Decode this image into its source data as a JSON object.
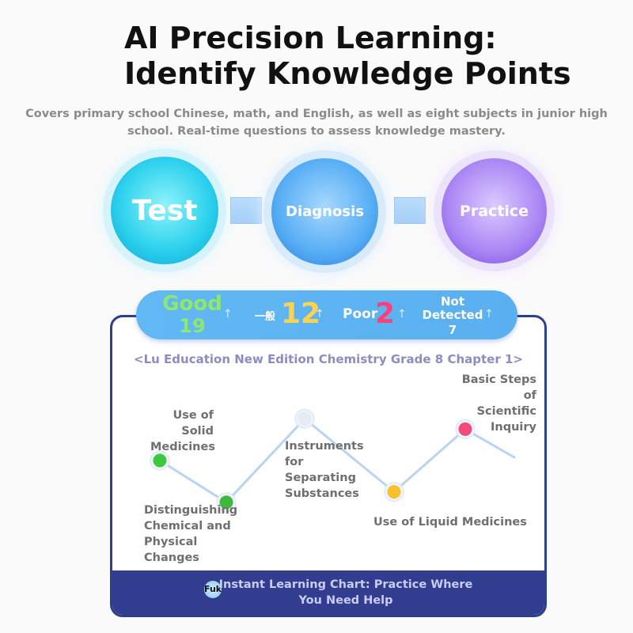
{
  "header": {
    "title": "AI Precision Learning: Identify Knowledge Points",
    "subtitle": "Covers primary school Chinese, math, and English, as well as eight subjects in junior high school. Real-time questions to assess knowledge mastery."
  },
  "steps": {
    "test": "Test",
    "diagnosis": "Diagnosis",
    "practice": "Practice"
  },
  "stats": {
    "good_label": "Good",
    "good_count": "19",
    "average_label": "一般",
    "average_count": "12",
    "poor_label": "Poor",
    "poor_count": "2",
    "not_detected_label": "Not Detected",
    "not_detected_count": "7",
    "arrow": "↑"
  },
  "chapter": "<Lu Education New Edition Chemistry Grade 8 Chapter 1>",
  "knowledge_points": [
    {
      "label": "Use of Solid Medicines",
      "status_color": "#3cc83c",
      "level": 5
    },
    {
      "label": "Distinguishing Chemical and Physical Changes",
      "status_color": "#3fb83f",
      "level": 1
    },
    {
      "label": "Instruments for Separating Substances",
      "status_color": "#e6ebf2",
      "level": 9
    },
    {
      "label": "Use of Liquid Medicines",
      "status_color": "#f7c02c",
      "level": 2
    },
    {
      "label": "Basic Steps of Scientific Inquiry",
      "status_color": "#f24b7a",
      "level": 8
    }
  ],
  "footer": {
    "badge": "Fuk",
    "text": "Instant Learning Chart: Practice Where You Need Help"
  },
  "colors": {
    "good": "#8ee86a",
    "average": "#ffd24d",
    "poor": "#ff3e7a",
    "line": "#b8d4f1",
    "footer": "#333d8f",
    "card_border": "#2e3e8e"
  }
}
